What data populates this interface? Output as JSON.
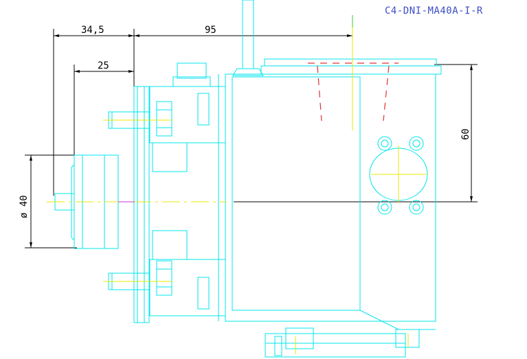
{
  "drawing": {
    "part_number": "C4-DNI-MA40A-I-R",
    "dimensions": {
      "offset_outer": "34,5",
      "offset_inner": "25",
      "length": "95",
      "height": "60",
      "diameter": "ø 40"
    },
    "colors": {
      "outline": "#00e5ee",
      "center_line": "#e8e800",
      "hidden_line": "#e03030",
      "axis_accent": "#cc33cc",
      "dimension": "#000000",
      "title": "#3b4cc8"
    }
  }
}
